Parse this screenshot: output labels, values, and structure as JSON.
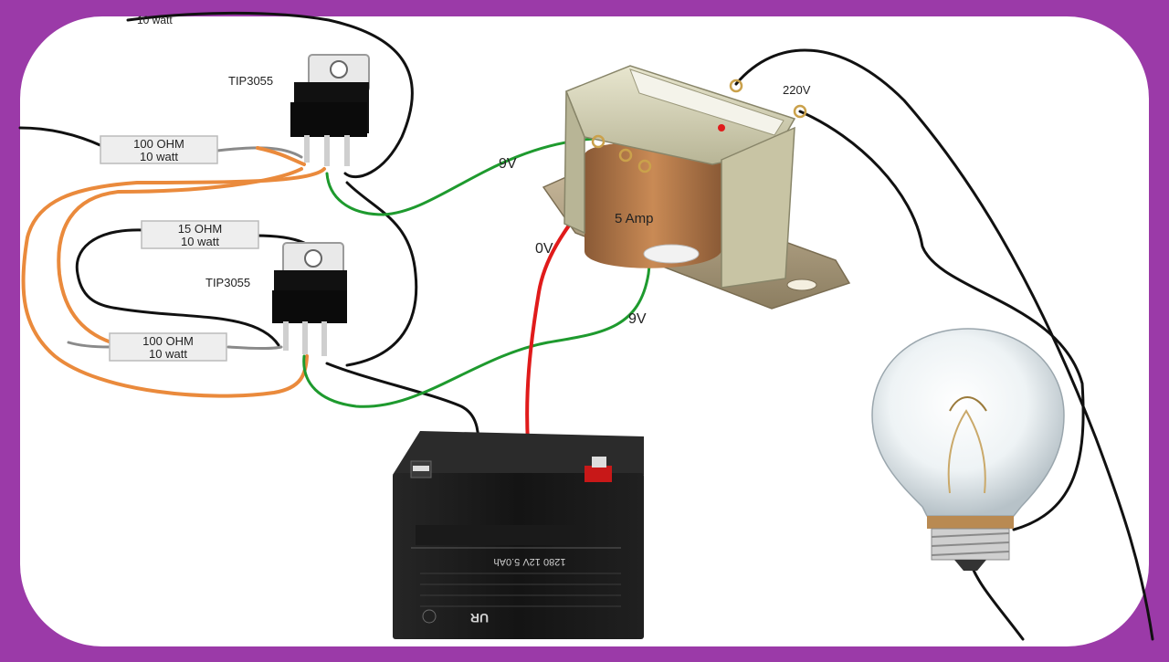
{
  "labels": {
    "top_cut": "10 watt",
    "transistor_1": "TIP3055",
    "transistor_2": "TIP3055",
    "resistor_1_value": "100 OHM",
    "resistor_1_power": "10 watt",
    "resistor_2_value": "15 OHM",
    "resistor_2_power": "10 watt",
    "resistor_3_value": "100 OHM",
    "resistor_3_power": "10 watt",
    "secondary_top": "9V",
    "secondary_center": "0V",
    "secondary_bottom": "9V",
    "transformer_current": "5 Amp",
    "mains_voltage": "220V"
  },
  "battery": {
    "label_row1": "1280  12V  5.0Ah",
    "brand_mark": "UR"
  },
  "colors": {
    "frame": "#9b3aa8",
    "wire_black": "#111111",
    "wire_green": "#1e9a2e",
    "wire_red": "#e01b1b",
    "wire_orange": "#ea8a3c",
    "resistor_body": "#eeeeee"
  },
  "icons": {
    "transistor": "to220-transistor-icon",
    "transformer": "transformer-icon",
    "battery": "battery-icon",
    "bulb": "light-bulb-icon"
  }
}
